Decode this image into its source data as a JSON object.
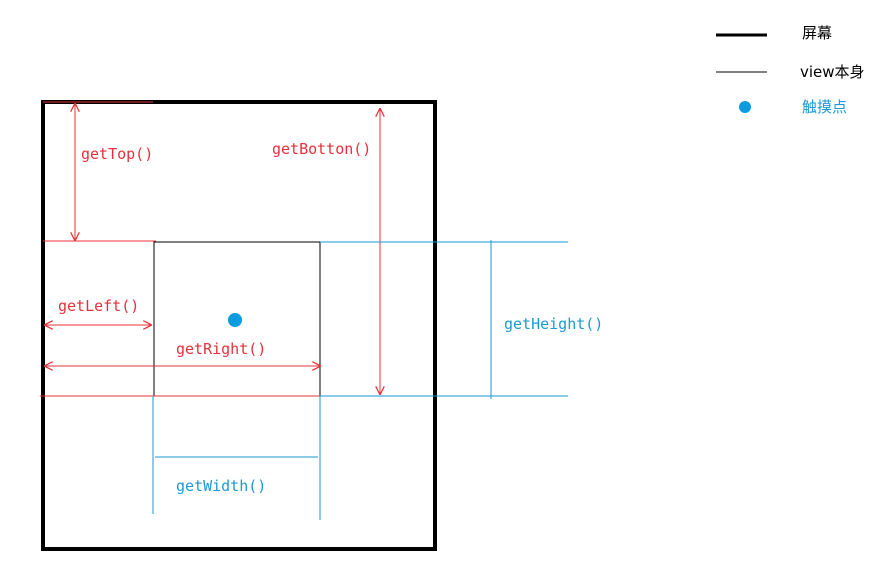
{
  "legend": {
    "screen_label": "屏幕",
    "view_label": "view本身",
    "touch_label": "触摸点"
  },
  "labels": {
    "get_top": "getTop()",
    "get_bottom": "getBotton()",
    "get_left": "getLeft()",
    "get_right": "getRight()",
    "get_height": "getHeight()",
    "get_width": "getWidth()"
  },
  "colors": {
    "screen": "#000000",
    "view": "#000000",
    "red_measure": "#e8303a",
    "blue_measure": "#1a9ad6",
    "touch_point": "#0a9be0"
  }
}
